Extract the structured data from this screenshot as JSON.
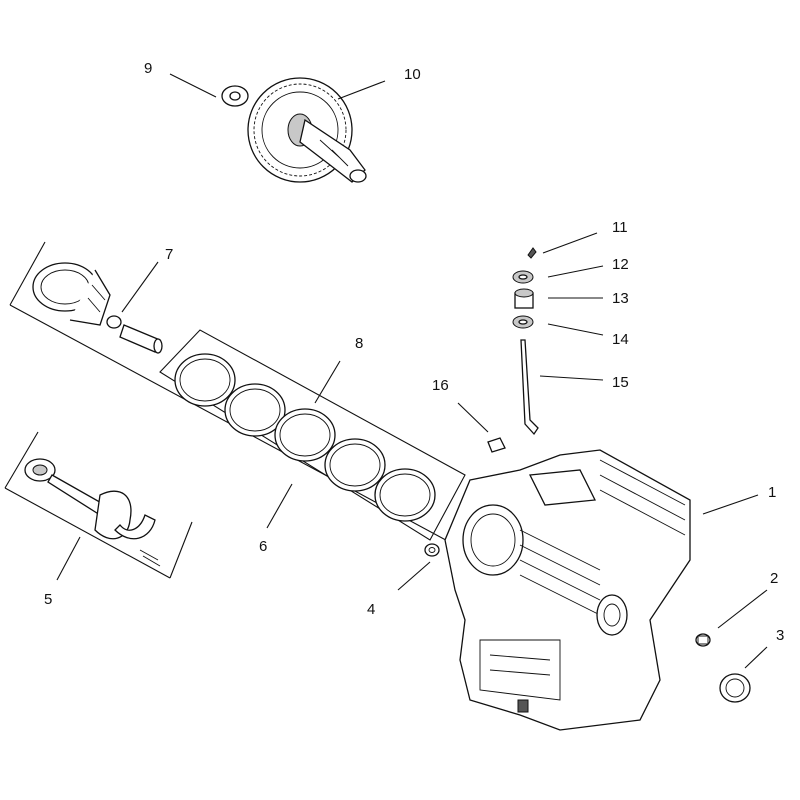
{
  "callouts": [
    {
      "id": "1",
      "label": "1"
    },
    {
      "id": "2",
      "label": "2"
    },
    {
      "id": "3",
      "label": "3"
    },
    {
      "id": "4",
      "label": "4"
    },
    {
      "id": "5",
      "label": "5"
    },
    {
      "id": "6",
      "label": "6"
    },
    {
      "id": "7",
      "label": "7"
    },
    {
      "id": "8",
      "label": "8"
    },
    {
      "id": "9",
      "label": "9"
    },
    {
      "id": "10",
      "label": "10"
    },
    {
      "id": "11",
      "label": "11"
    },
    {
      "id": "12",
      "label": "12"
    },
    {
      "id": "13",
      "label": "13"
    },
    {
      "id": "14",
      "label": "14"
    },
    {
      "id": "15",
      "label": "15"
    },
    {
      "id": "16",
      "label": "16"
    }
  ],
  "colors": {
    "line": "#111111",
    "background": "#ffffff",
    "shade": "#c8c8c8"
  }
}
